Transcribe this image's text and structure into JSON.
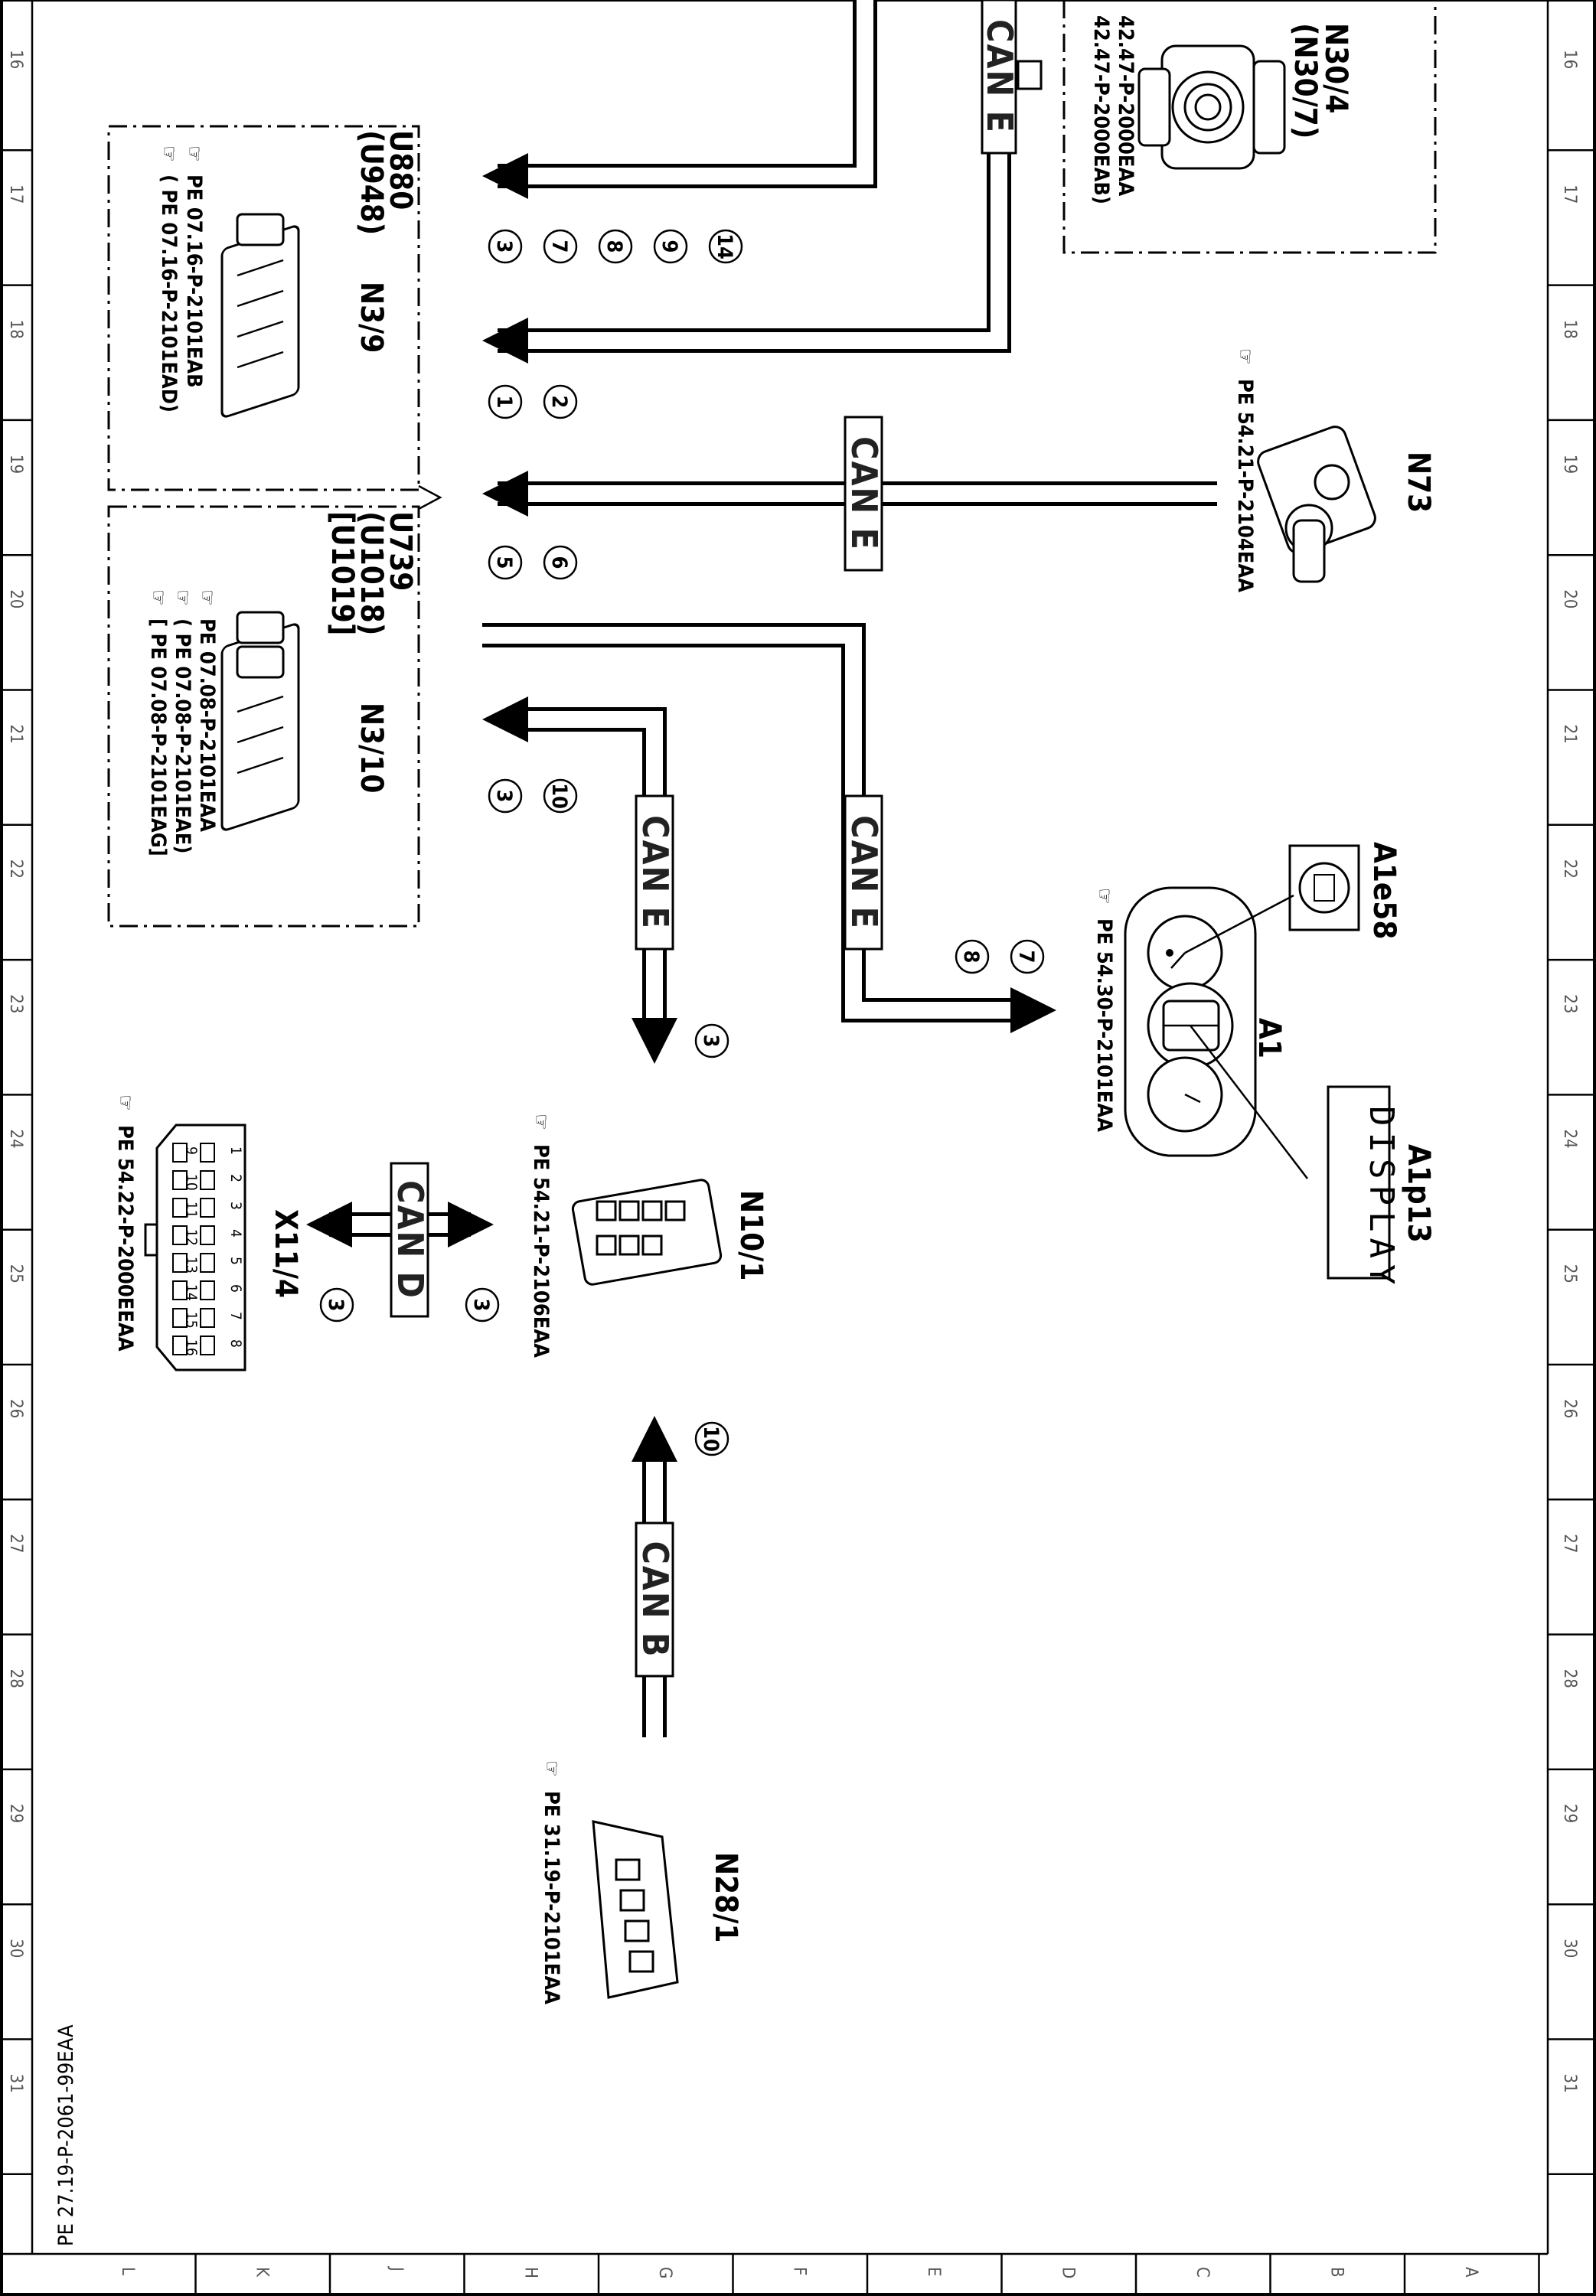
{
  "doc_code": "PE 27.19-P-2061-99EAA",
  "grid": {
    "numbers": [
      "16",
      "17",
      "18",
      "19",
      "20",
      "21",
      "22",
      "23",
      "24",
      "25",
      "26",
      "27",
      "28",
      "29",
      "30",
      "31"
    ],
    "letters": [
      "L",
      "K",
      "J",
      "H",
      "G",
      "F",
      "E",
      "D",
      "C",
      "B",
      "A"
    ]
  },
  "bus_labels": {
    "can_e": "CAN E",
    "can_d": "CAN D",
    "can_b": "CAN B"
  },
  "components": {
    "n30_4": {
      "designator": "N30/4",
      "alt": "(N30/7)",
      "ref1": "42.47-P-2000EAA",
      "ref2": "42.47-P-2000EAB)"
    },
    "n3_9": {
      "designator": "N3/9",
      "group": "U880",
      "group_alt": "(U948)",
      "ref1": "PE 07.16-P-2101EAB",
      "ref2": "( PE 07.16-P-2101EAD)"
    },
    "n3_10": {
      "designator": "N3/10",
      "group": "U739",
      "group_alt1": "(U1018)",
      "group_alt2": "[U1019]",
      "ref1": "PE 07.08-P-2101EAA",
      "ref2": "( PE 07.08-P-2101EAE)",
      "ref3": "[ PE 07.08-P-2101EAG]"
    },
    "n73": {
      "designator": "N73",
      "ref": "PE 54.21-P-2104EAA"
    },
    "a1": {
      "designator": "A1",
      "ref": "PE 54.30-P-2101EAA"
    },
    "a1e58": {
      "designator": "A1e58"
    },
    "a1p13": {
      "designator": "A1p13",
      "display_text": "DISPLAY"
    },
    "n10_1": {
      "designator": "N10/1",
      "ref": "PE 54.21-P-2106EAA"
    },
    "x11_4": {
      "designator": "X11/4",
      "ref": "PE 54.22-P-2000EEAA"
    },
    "n28_1": {
      "designator": "N28/1",
      "ref": "PE 31.19-P-2101EAA"
    }
  },
  "signals": {
    "s1": "1",
    "s2": "2",
    "s3": "3",
    "s5": "5",
    "s6": "6",
    "s7": "7",
    "s8": "8",
    "s9": "9",
    "s10": "10",
    "s14": "14"
  },
  "diag_pins": {
    "top": [
      "1",
      "2",
      "3",
      "4",
      "5",
      "6",
      "7",
      "8"
    ],
    "bottom": [
      "9",
      "10",
      "11",
      "12",
      "13",
      "14",
      "15",
      "16"
    ]
  }
}
